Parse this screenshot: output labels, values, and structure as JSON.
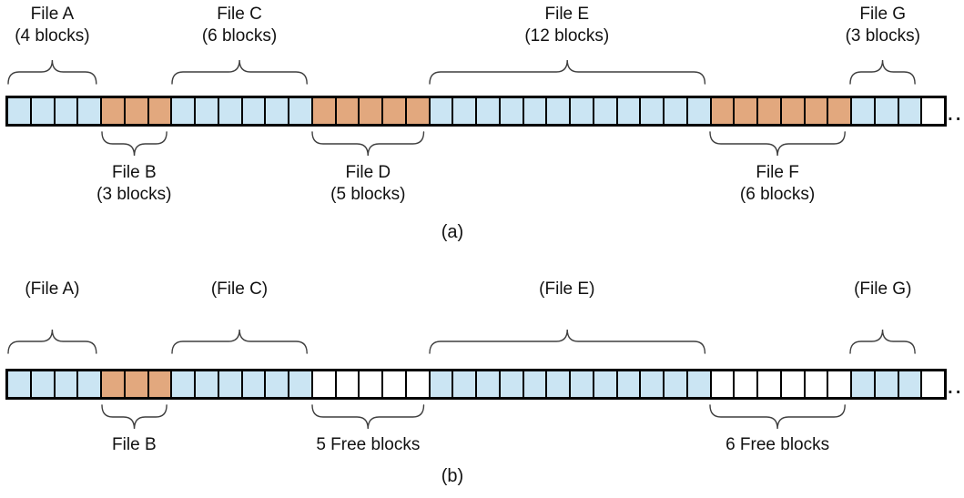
{
  "figure": {
    "ellipsis": "...",
    "colors": {
      "blue": "#cbe5f3",
      "orange": "#e2a87e",
      "free": "#ffffff",
      "outline": "#000000"
    },
    "rows": [
      {
        "id": "a",
        "caption": "(a)",
        "segments": [
          {
            "name": "file-a",
            "blocks": 4,
            "fill": "blue",
            "side": "top",
            "label_lines": [
              "File A",
              "(4 blocks)"
            ]
          },
          {
            "name": "file-b",
            "blocks": 3,
            "fill": "orange",
            "side": "bottom",
            "label_lines": [
              "File B",
              "(3 blocks)"
            ]
          },
          {
            "name": "file-c",
            "blocks": 6,
            "fill": "blue",
            "side": "top",
            "label_lines": [
              "File C",
              "(6 blocks)"
            ]
          },
          {
            "name": "file-d",
            "blocks": 5,
            "fill": "orange",
            "side": "bottom",
            "label_lines": [
              "File D",
              "(5 blocks)"
            ]
          },
          {
            "name": "file-e",
            "blocks": 12,
            "fill": "blue",
            "side": "top",
            "label_lines": [
              "File E",
              "(12 blocks)"
            ]
          },
          {
            "name": "file-f",
            "blocks": 6,
            "fill": "orange",
            "side": "bottom",
            "label_lines": [
              "File F",
              "(6 blocks)"
            ]
          },
          {
            "name": "file-g",
            "blocks": 3,
            "fill": "blue",
            "side": "top",
            "label_lines": [
              "File G",
              "(3 blocks)"
            ]
          },
          {
            "name": "free-tail",
            "blocks": 1,
            "fill": "free",
            "side": "none",
            "label_lines": []
          }
        ]
      },
      {
        "id": "b",
        "caption": "(b)",
        "segments": [
          {
            "name": "file-a",
            "blocks": 4,
            "fill": "blue",
            "side": "top",
            "label_lines": [
              "(File A)"
            ]
          },
          {
            "name": "file-b",
            "blocks": 3,
            "fill": "orange",
            "side": "bottom",
            "label_lines": [
              "File B"
            ]
          },
          {
            "name": "file-c",
            "blocks": 6,
            "fill": "blue",
            "side": "top",
            "label_lines": [
              "(File C)"
            ]
          },
          {
            "name": "free-5",
            "blocks": 5,
            "fill": "free",
            "side": "bottom",
            "label_lines": [
              "5 Free blocks"
            ]
          },
          {
            "name": "file-e",
            "blocks": 12,
            "fill": "blue",
            "side": "top",
            "label_lines": [
              "(File E)"
            ]
          },
          {
            "name": "free-6",
            "blocks": 6,
            "fill": "free",
            "side": "bottom",
            "label_lines": [
              "6 Free blocks"
            ]
          },
          {
            "name": "file-g",
            "blocks": 3,
            "fill": "blue",
            "side": "top",
            "label_lines": [
              "(File G)"
            ]
          },
          {
            "name": "free-tail",
            "blocks": 1,
            "fill": "free",
            "side": "none",
            "label_lines": []
          }
        ]
      }
    ]
  }
}
